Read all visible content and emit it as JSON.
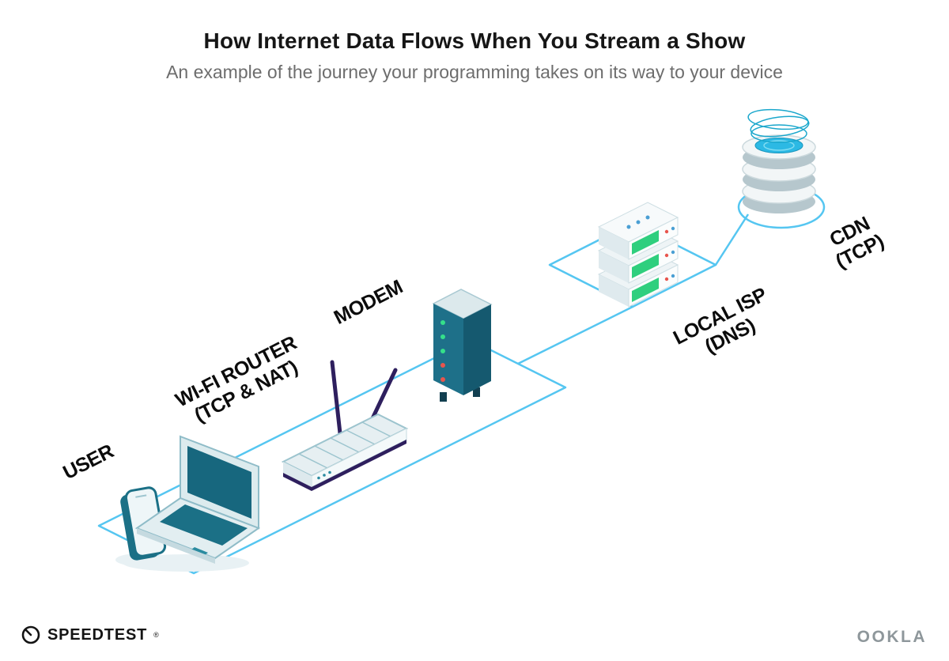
{
  "header": {
    "title": "How Internet Data Flows When You Stream a Show",
    "subtitle": "An example of the journey your programming takes on its way to your device"
  },
  "nodes": [
    {
      "id": "user",
      "label": "USER",
      "sublabel": "",
      "icon": "smartphone-and-laptop"
    },
    {
      "id": "wifi-router",
      "label": "WI-FI ROUTER",
      "sublabel": "(TCP & NAT)",
      "icon": "router-with-antennas"
    },
    {
      "id": "modem",
      "label": "MODEM",
      "sublabel": "",
      "icon": "modem-tower-leds"
    },
    {
      "id": "local-isp",
      "label": "LOCAL ISP",
      "sublabel": "(DNS)",
      "icon": "server-rack-stack"
    },
    {
      "id": "cdn",
      "label": "CDN",
      "sublabel": "(TCP)",
      "icon": "database-cylinder-stack"
    }
  ],
  "flow_order": [
    "USER",
    "WI-FI ROUTER",
    "MODEM",
    "LOCAL ISP",
    "CDN"
  ],
  "footer": {
    "speedtest_label": "SPEEDTEST",
    "speedtest_trademark": "®",
    "ookla_label": "OOKLA"
  },
  "colors": {
    "line_blue": "#55c6f1",
    "device_teal": "#1b7086",
    "device_teal_dark": "#15596f",
    "accent_purple": "#2e1f5e",
    "led_green": "#35e08a",
    "led_red": "#e8554d",
    "led_blue": "#4a9fd4",
    "cdn_cyan": "#2cb9e4",
    "subtitle_gray": "#6d6d6d",
    "ookla_gray": "#8e979b"
  }
}
